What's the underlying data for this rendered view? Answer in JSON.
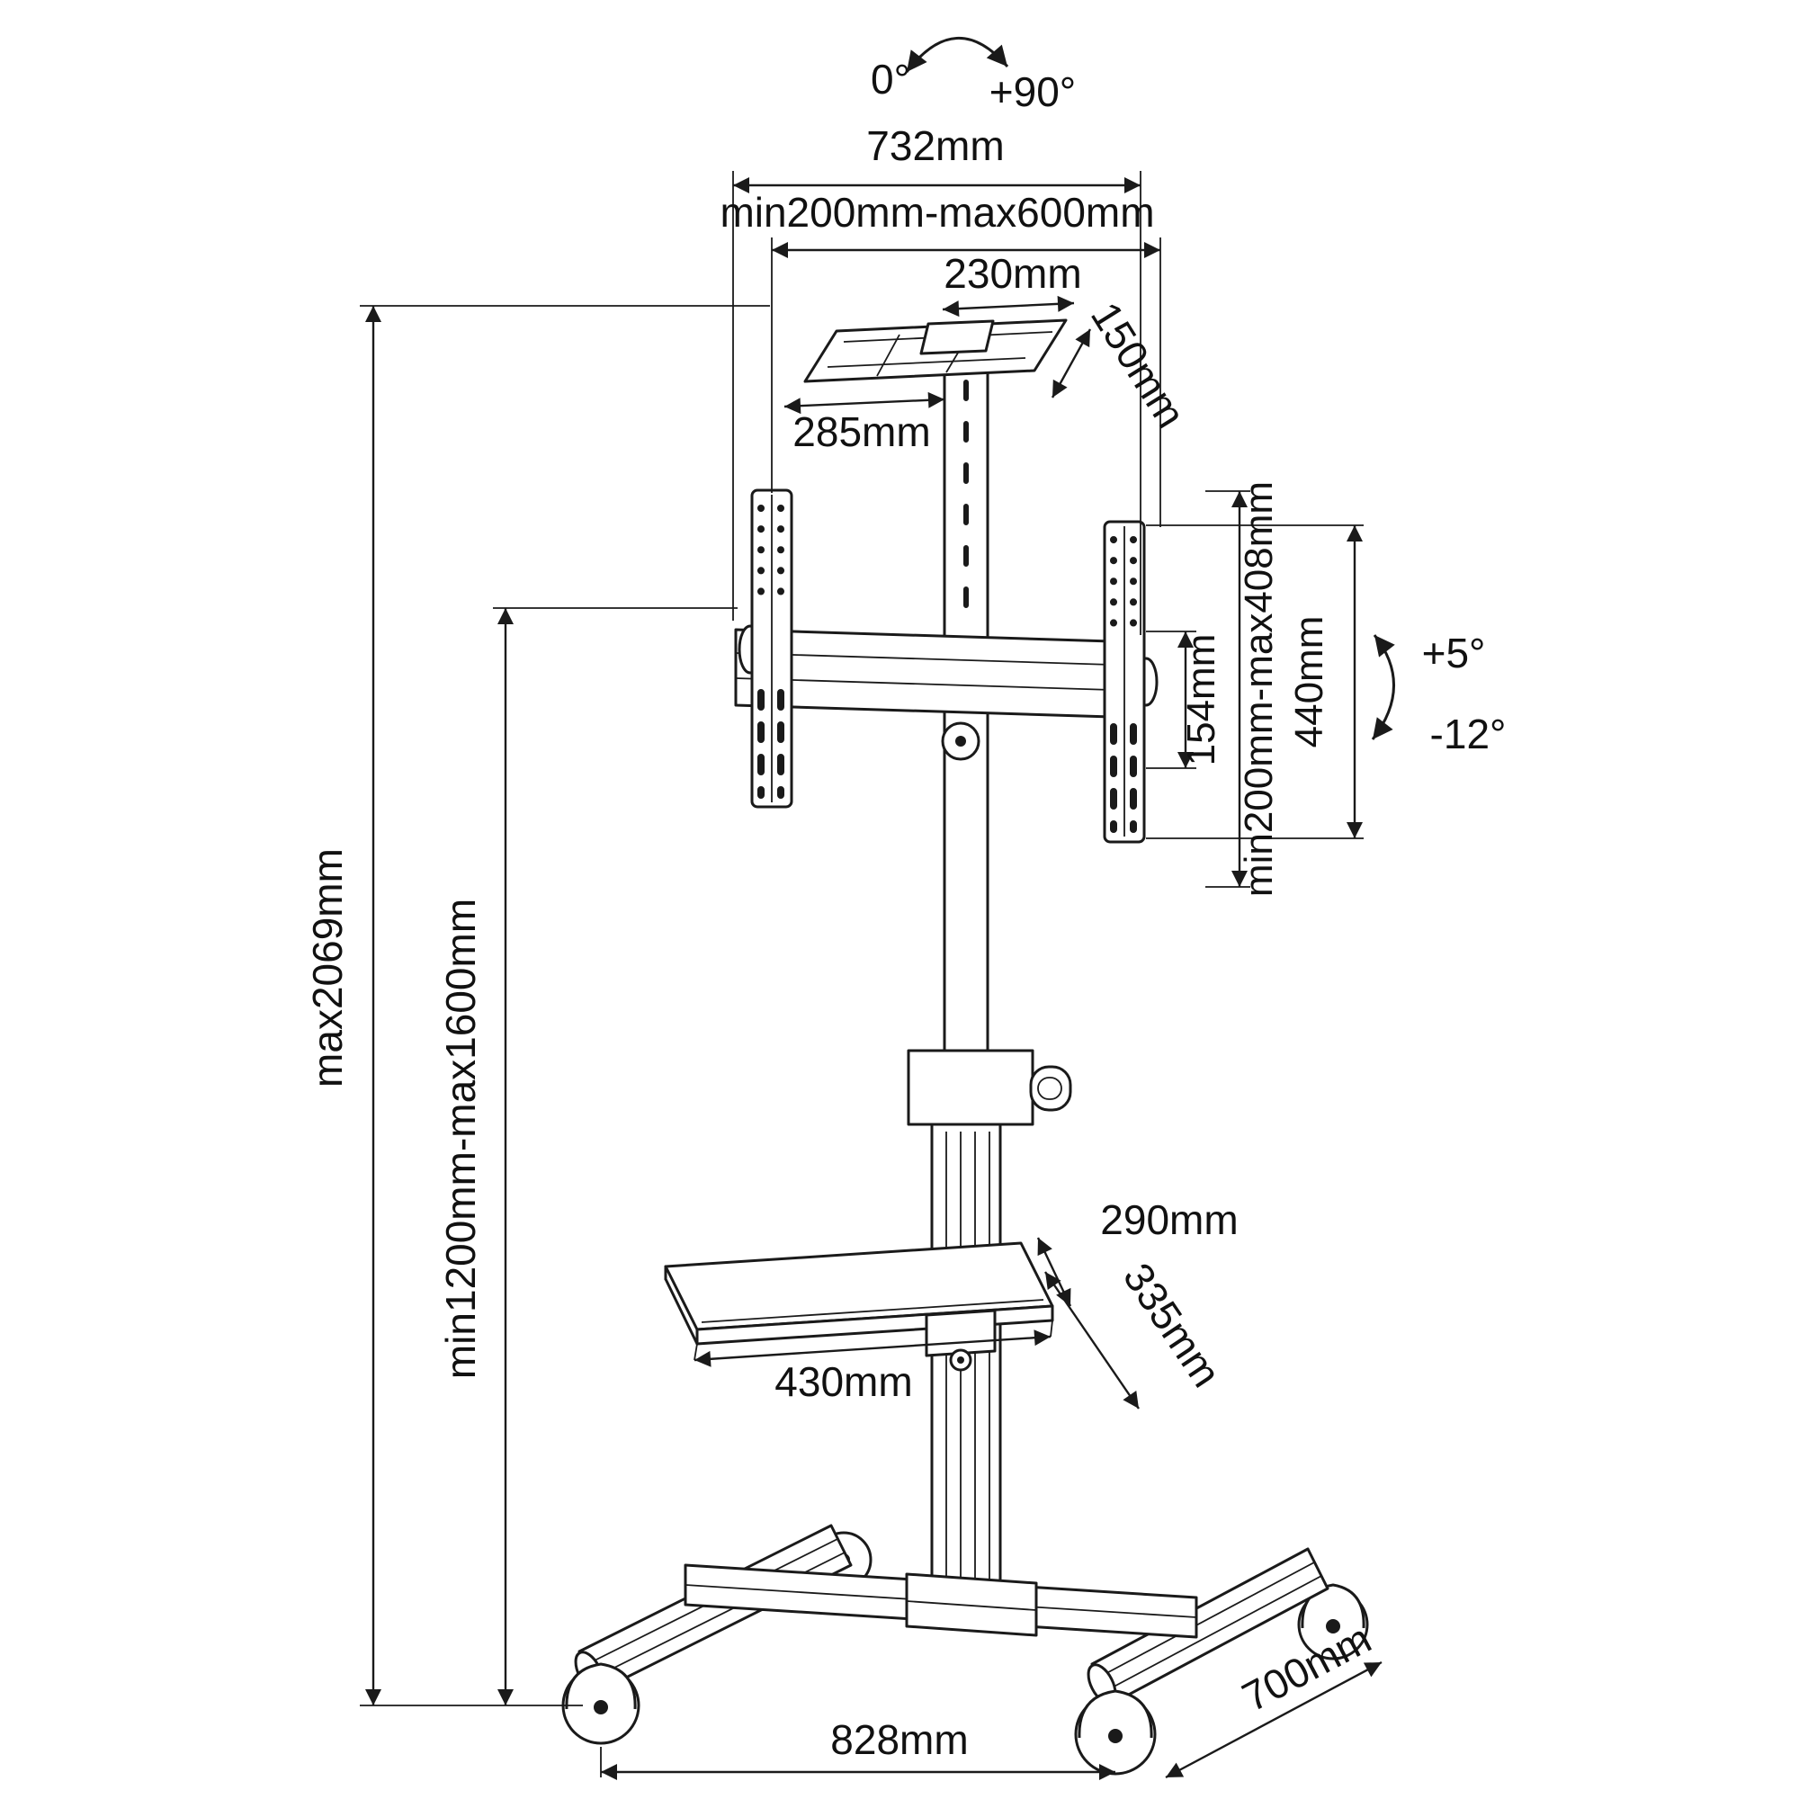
{
  "page": {
    "background": "#ffffff",
    "line_color": "#1a1a1a"
  },
  "rotation": {
    "zero": "0°",
    "ninety": "+90°"
  },
  "tilt": {
    "up": "+5°",
    "down": "-12°"
  },
  "dims": {
    "top_width": "732mm",
    "vesa_width": "min200mm-max600mm",
    "tray_width": "230mm",
    "tray_front": "285mm",
    "tray_depth": "150mm",
    "vesa_height": "min200mm-max408mm",
    "slot_height": "154mm",
    "bracket_height": "440mm",
    "overall_height": "max2069mm",
    "height_range": "min1200mm-max1600mm",
    "shelf_depth": "290mm",
    "shelf_width": "430mm",
    "shelf_diagonal": "335mm",
    "base_width": "828mm",
    "base_depth": "700mm"
  }
}
